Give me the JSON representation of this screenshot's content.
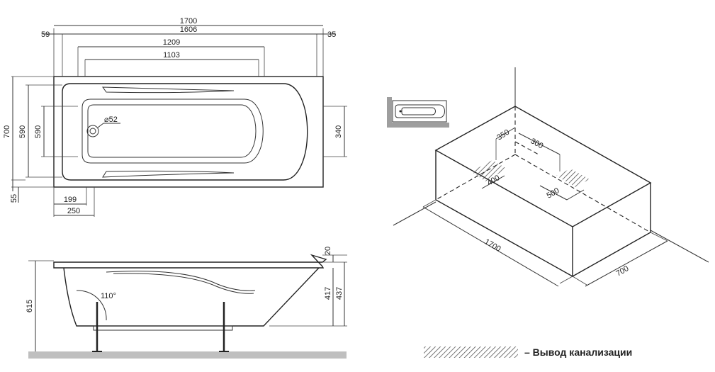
{
  "plan": {
    "length_total": "1700",
    "length_inner": "1606",
    "offset_left": "59",
    "offset_right": "35",
    "legs_outer": "1209",
    "legs_inner": "1103",
    "drain": "⌀52",
    "height_total": "700",
    "height_590_a": "590",
    "height_590_b": "590",
    "offset_bottom": "55",
    "height_right": "340",
    "drain_offset_a": "199",
    "drain_offset_b": "250"
  },
  "side": {
    "rim": "20",
    "depth_a": "417",
    "depth_b": "437",
    "height": "615",
    "angle": "110°"
  },
  "iso": {
    "w350": "350",
    "w300": "300",
    "w400": "400",
    "w500": "500",
    "length": "1700",
    "width": "700"
  },
  "legend": {
    "label": "– Вывод канализации"
  }
}
